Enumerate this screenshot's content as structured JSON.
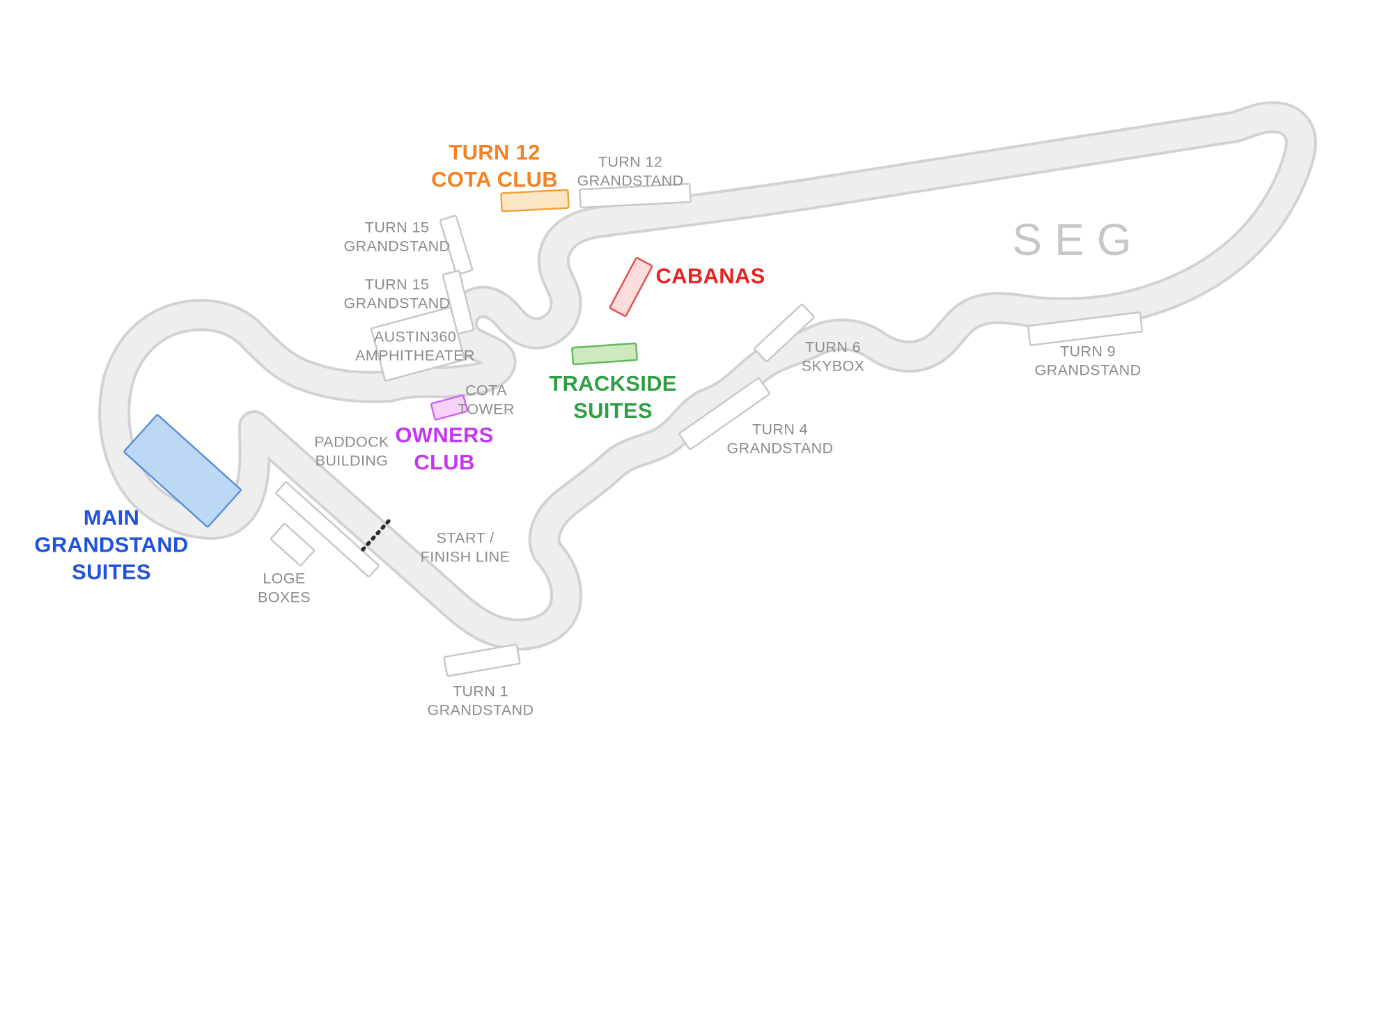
{
  "map": {
    "title": "Circuit of The Americas seating map",
    "watermark": "SEG",
    "watermark_color": "#c7c7c7",
    "track_fill": "#eeeeee",
    "track_border": "#d2d2d2",
    "building_fill": "#ffffff",
    "building_border": "#c8c8c8",
    "label_color": "#8c8c8c",
    "start_finish_line_color": "#2b2b2b"
  },
  "areas": {
    "turn12_cota_club": {
      "label": "TURN 12\nCOTA CLUB",
      "color": "#f58220",
      "fill": "#fbe7c4",
      "border": "#f0a239"
    },
    "turn12_grandstand": {
      "label": "TURN 12\nGRANDSTAND"
    },
    "turn15_grandstand_upper": {
      "label": "TURN 15\nGRANDSTAND"
    },
    "turn15_grandstand_lower": {
      "label": "TURN 15\nGRANDSTAND"
    },
    "austin360_amphitheater": {
      "label": "AUSTIN360\nAMPHITHEATER"
    },
    "cota_tower": {
      "label": "COTA\nTOWER"
    },
    "owners_club": {
      "label": "OWNERS\nCLUB",
      "color": "#c437f0",
      "fill": "#f5d3fb",
      "border": "#d163f2"
    },
    "cabanas": {
      "label": "CABANAS",
      "color": "#e8231d",
      "fill": "#fbdddd",
      "border": "#e34f4f"
    },
    "trackside_suites": {
      "label": "TRACKSIDE\nSUITES",
      "color": "#2f9e44",
      "fill": "#cdeabf",
      "border": "#63b85c"
    },
    "turn6_skybox": {
      "label": "TURN 6\nSKYBOX"
    },
    "turn9_grandstand": {
      "label": "TURN 9\nGRANDSTAND"
    },
    "turn4_grandstand": {
      "label": "TURN 4\nGRANDSTAND"
    },
    "paddock_building": {
      "label": "PADDOCK\nBUILDING"
    },
    "main_grandstand_suites": {
      "label": "MAIN\nGRANDSTAND\nSUITES",
      "color": "#2152d9",
      "fill": "#bdd8f4",
      "border": "#5a8fe0"
    },
    "loge_boxes": {
      "label": "LOGE\nBOXES"
    },
    "start_finish": {
      "label": "START /\nFINISH LINE"
    },
    "turn1_grandstand": {
      "label": "TURN 1\nGRANDSTAND"
    }
  }
}
